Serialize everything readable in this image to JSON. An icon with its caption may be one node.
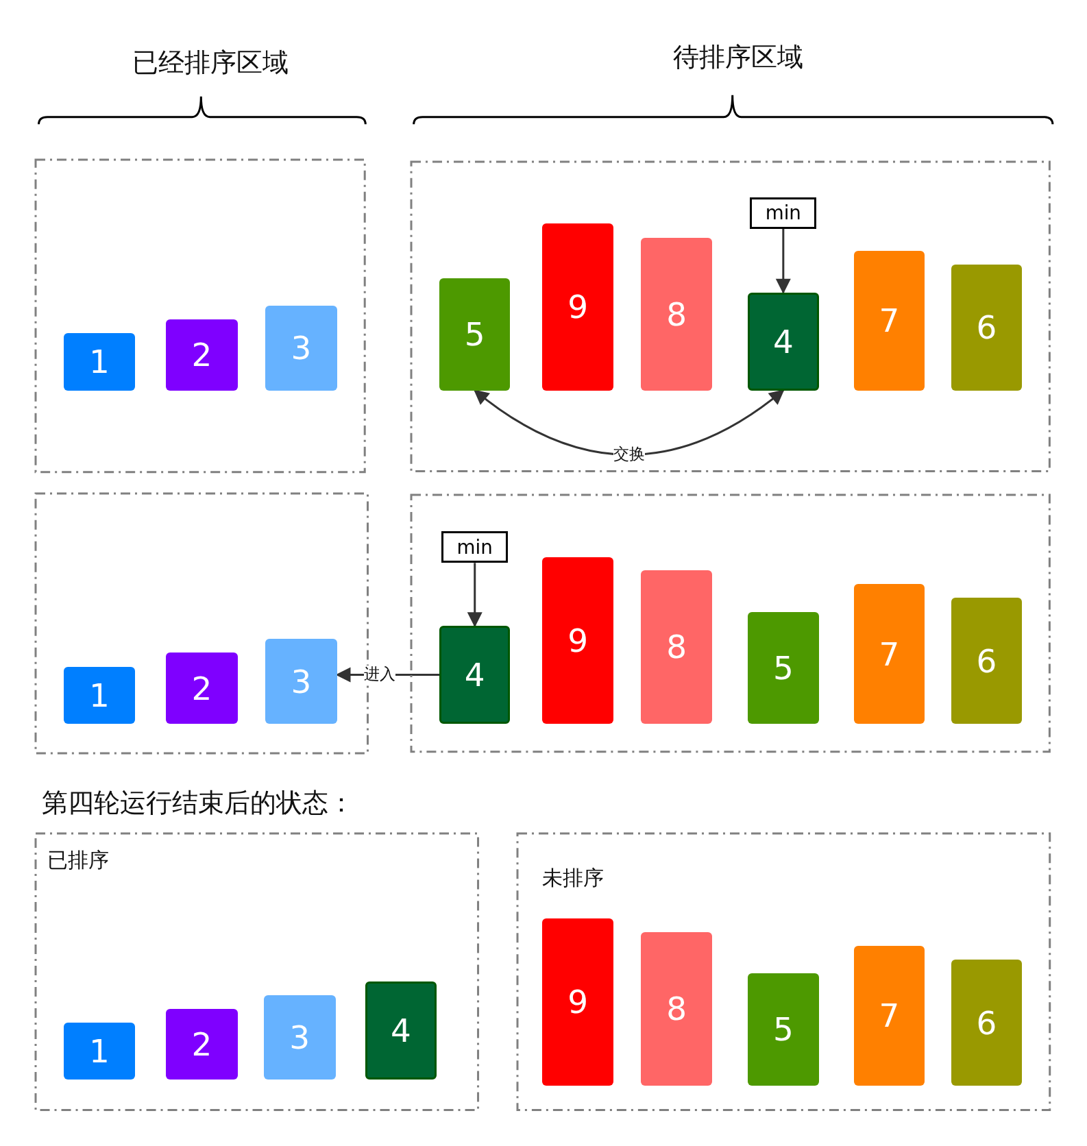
{
  "diagram": {
    "nodes": [
      {
        "text": [],
        "shape": "box"
      },
      {
        "text": [
          "1"
        ],
        "in": 0
      },
      {
        "text": [
          "2"
        ],
        "in": 0
      },
      {
        "text": [
          "3"
        ],
        "in": 0
      },
      {
        "text": [],
        "shape": "box"
      },
      {
        "text": [
          "min"
        ],
        "in": 4
      },
      {
        "text": [
          "5"
        ],
        "in": 4
      },
      {
        "text": [
          "9"
        ],
        "in": 4
      },
      {
        "text": [
          "8"
        ],
        "in": 4
      },
      {
        "text": [
          "4"
        ],
        "in": 4
      },
      {
        "text": [
          "7"
        ],
        "in": 4
      },
      {
        "text": [
          "6"
        ],
        "in": 4
      },
      {
        "text": [],
        "shape": "box"
      },
      {
        "text": [
          "1"
        ],
        "in": 12
      },
      {
        "text": [
          "2"
        ],
        "in": 12
      },
      {
        "text": [
          "3"
        ],
        "in": 12
      },
      {
        "text": [],
        "shape": "box"
      },
      {
        "text": [
          "min"
        ],
        "in": 16
      },
      {
        "text": [
          "4"
        ],
        "in": 16
      },
      {
        "text": [
          "9"
        ],
        "in": 16
      },
      {
        "text": [
          "8"
        ],
        "in": 16
      },
      {
        "text": [
          "5"
        ],
        "in": 16
      },
      {
        "text": [
          "7"
        ],
        "in": 16
      },
      {
        "text": [
          "6"
        ],
        "in": 16
      },
      {
        "text": [
          "已排序"
        ]
      },
      {
        "text": [
          "1"
        ],
        "in": 24
      },
      {
        "text": [
          "2"
        ],
        "in": 24
      },
      {
        "text": [
          "3"
        ],
        "in": 24
      },
      {
        "text": [
          "4"
        ],
        "in": 24
      },
      {
        "text": [
          "未排序"
        ]
      },
      {
        "text": [
          "9"
        ],
        "in": 29
      },
      {
        "text": [
          "8"
        ],
        "in": 29
      },
      {
        "text": [
          "5"
        ],
        "in": 29
      },
      {
        "text": [
          "7"
        ],
        "in": 29
      },
      {
        "text": [
          "6"
        ],
        "in": 29
      }
    ],
    "edges": [
      {
        "from": 5,
        "to": 9,
        "arrow": "to"
      },
      {
        "from": 6,
        "to": 9,
        "arrow": "both",
        "label": "交换"
      },
      {
        "from": 17,
        "to": 18,
        "arrow": "to"
      },
      {
        "from": 18,
        "to": 15,
        "arrow": "to",
        "label": "进入"
      }
    ],
    "labels": [
      "已经排序区域",
      "待排序区域",
      "第四轮运行结束后的状态："
    ]
  }
}
